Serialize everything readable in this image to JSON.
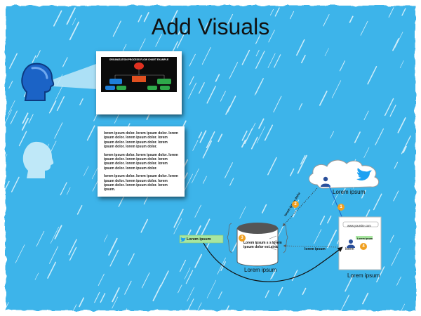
{
  "title": "Add Visuals",
  "chart_card": {
    "thumbnail_title": "ORGANIZATION PROCESS FLOW CHART EXAMPLE"
  },
  "text_card": {
    "paragraphs": [
      "lorem ipsum dolor. lorem ipsum dolor. lorem ipsum dolor. lorem ipsum dolor. lorem ipsum dolor. lorem ipsum dolor. lorem ipsum dolor. lorem ipsum dolor.",
      "lorem ipsum dolor. lorem ipsum dolor. lorem ipsum dolor. lorem ipsum dolor. lorem ipsum dolor. lorem ipsum dolor. lorem ipsum dolor. lorem ipsum dolor.",
      "lorem ipsum dolor. lorem ipsum dolor. lorem ipsum dolor. lorem ipsum dolor. lorem ipsum dolor. lorem ipsum dolor. lorem ipsum."
    ]
  },
  "diagram": {
    "cloud_label": "Lorem ipsum",
    "database_label": "Lorem ipsum",
    "database_text": "Lorem ipsum s s lorem ipsum dolor est sina",
    "browser_label": "Lorem ipsum",
    "browser_url": "www.yoursite.com",
    "browser_chip": "Lorem ipsum",
    "browser_user_label": "lorem",
    "twitter_box_label": "Lorem ipsum",
    "arrow_diagonal_label": "lorem ipsum dolor",
    "arrow_horizontal_label": "lorem ipsum",
    "badges": [
      "1",
      "2",
      "3",
      "4"
    ]
  },
  "colors": {
    "background": "#3db4ea",
    "rain": "#ffffff",
    "head_blue": "#1b63c6",
    "head_light": "#bfe8f8",
    "twitter_blue": "#1da1f2",
    "badge_orange": "#f0a020",
    "green_box": "#a8e6a0"
  },
  "icons": [
    "head-profile-icon",
    "light-head-icon",
    "twitter-bird-icon",
    "database-icon",
    "user-icon"
  ]
}
